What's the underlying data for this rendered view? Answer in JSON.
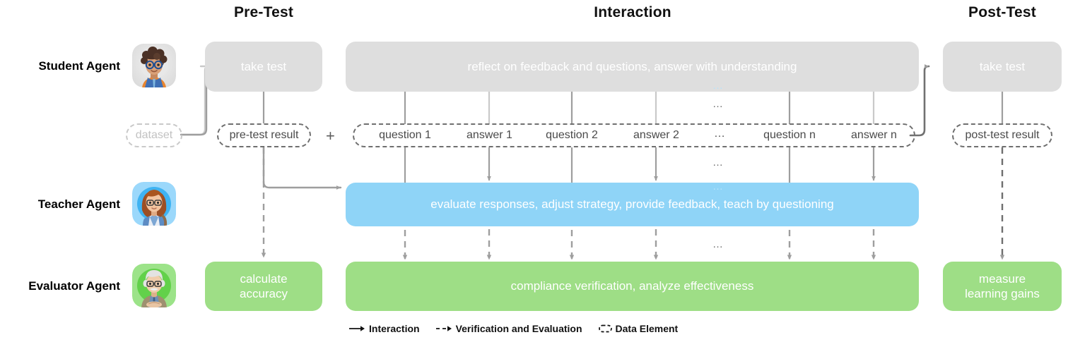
{
  "diagram": {
    "title_columns": [
      {
        "id": "pre-test",
        "label": "Pre-Test"
      },
      {
        "id": "interaction",
        "label": "Interaction"
      },
      {
        "id": "post-test",
        "label": "Post-Test"
      }
    ],
    "rows": [
      {
        "id": "student",
        "label": "Student Agent",
        "avatar": "student-avatar-icon",
        "accent": "#dedede"
      },
      {
        "id": "teacher",
        "label": "Teacher Agent",
        "avatar": "teacher-avatar-icon",
        "accent": "#8fd4f7"
      },
      {
        "id": "evaluator",
        "label": "Evaluator Agent",
        "avatar": "evaluator-avatar-icon",
        "accent": "#9ede86"
      }
    ],
    "student_row": {
      "pre_test_box": "take test",
      "interaction_box": "reflect on feedback and questions, answer with understanding",
      "post_test_box": "take test"
    },
    "teacher_row": {
      "interaction_box": "evaluate responses, adjust strategy, provide feedback, teach by questioning"
    },
    "evaluator_row": {
      "pre_test_box": "calculate\naccuracy",
      "pre_test_box_line1": "calculate",
      "pre_test_box_line2": "accuracy",
      "interaction_box": "compliance verification, analyze effectiveness",
      "post_test_box_line1": "measure",
      "post_test_box_line2": "learning gains"
    },
    "data_elements": {
      "dataset": "dataset",
      "pre_test_result": "pre-test result",
      "post_test_result": "post-test result",
      "plus": "+",
      "transcript": [
        {
          "id": "q1",
          "label": "question 1"
        },
        {
          "id": "a1",
          "label": "answer 1"
        },
        {
          "id": "q2",
          "label": "question 2"
        },
        {
          "id": "a2",
          "label": "answer 2"
        },
        {
          "id": "gap",
          "label": "…"
        },
        {
          "id": "qn",
          "label": "question n"
        },
        {
          "id": "an",
          "label": "answer n"
        }
      ]
    },
    "ellipsis": "…",
    "legend": [
      {
        "id": "interaction",
        "label": "Interaction",
        "marker": "solid-arrow-icon"
      },
      {
        "id": "verification-evaluation",
        "label": "Verification and Evaluation",
        "marker": "dashed-arrow-icon"
      },
      {
        "id": "data-element",
        "label": "Data Element",
        "marker": "dashed-capsule-icon"
      }
    ],
    "colors": {
      "student": "#dedede",
      "teacher": "#8fd4f7",
      "evaluator": "#9ede86",
      "wire": "#9e9e9e",
      "dashed_wire": "#9e9e9e",
      "data_border": "#6f6f6f",
      "data_border_faded": "#c9c9c9",
      "text_dark": "#4a4a4a",
      "background": "#ffffff"
    }
  }
}
